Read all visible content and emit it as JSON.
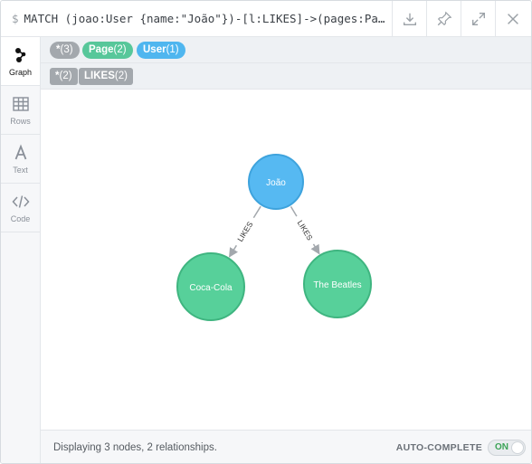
{
  "query": {
    "prompt": "$",
    "text": "MATCH (joao:User {name:\"João\"})-[l:LIKES]->(pages:Pag..."
  },
  "sidebar": {
    "items": [
      {
        "label": "Graph",
        "icon": "graph-icon",
        "active": true
      },
      {
        "label": "Rows",
        "icon": "table-icon",
        "active": false
      },
      {
        "label": "Text",
        "icon": "text-icon",
        "active": false
      },
      {
        "label": "Code",
        "icon": "code-icon",
        "active": false
      }
    ]
  },
  "legend": {
    "nodes": [
      {
        "label": "*",
        "count": "(3)",
        "color": "#a3a8ad"
      },
      {
        "label": "Page",
        "count": "(2)",
        "color": "#57c79a"
      },
      {
        "label": "User",
        "count": "(1)",
        "color": "#4fb6ef"
      }
    ],
    "relationships": [
      {
        "label": "*",
        "count": "(2)"
      },
      {
        "label": "LIKES",
        "count": "(2)"
      }
    ]
  },
  "graph": {
    "nodes": [
      {
        "id": "joao",
        "caption": "João",
        "color": "#56b9f2",
        "stroke": "#3ea3dd"
      },
      {
        "id": "coca",
        "caption": "Coca-Cola",
        "color": "#57d09a",
        "stroke": "#3fb580"
      },
      {
        "id": "beatles",
        "caption": "The Beatles",
        "color": "#57d09a",
        "stroke": "#3fb580"
      }
    ],
    "relationships": [
      {
        "from": "joao",
        "to": "coca",
        "type": "LIKES"
      },
      {
        "from": "joao",
        "to": "beatles",
        "type": "LIKES"
      }
    ]
  },
  "footer": {
    "status": "Displaying 3 nodes, 2 relationships.",
    "autocomplete_label": "AUTO-COMPLETE",
    "toggle_label": "ON"
  }
}
